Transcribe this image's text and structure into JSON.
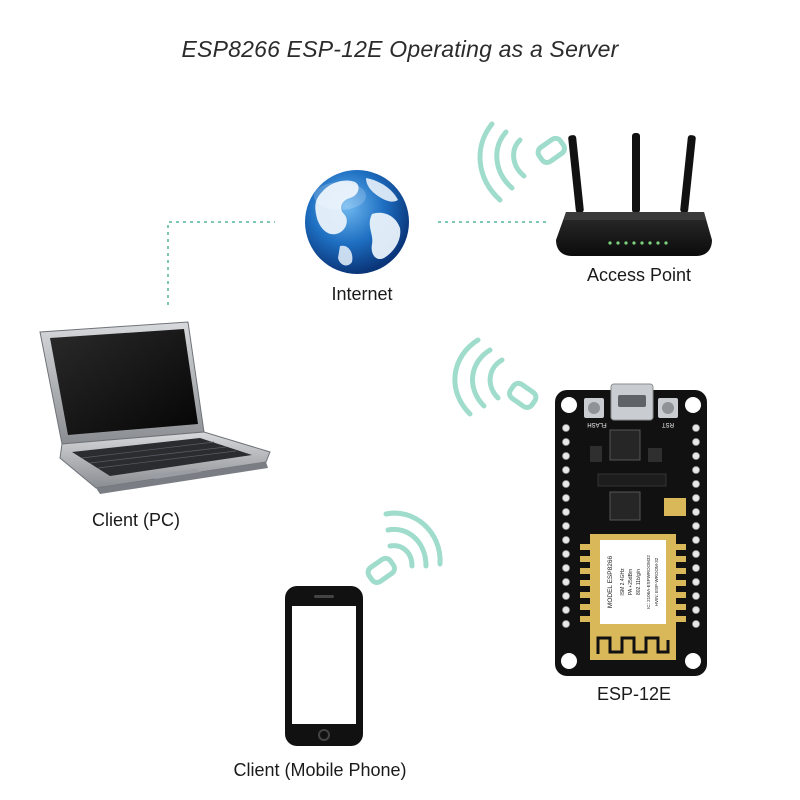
{
  "title": "ESP8266 ESP-12E Operating as a Server",
  "nodes": {
    "internet": "Internet",
    "access_point": "Access Point",
    "client_pc": "Client (PC)",
    "esp": "ESP-12E",
    "client_phone": "Client (Mobile Phone)"
  },
  "board": {
    "model": "MODEL ESP8266",
    "specs": [
      "ISM 2.4GHz",
      "PA +25dBm",
      "802.11b/g/n"
    ],
    "fcc": "IC: 2106A-ESPWROOM32",
    "hw": "HVIN: ESP-WROOM-32",
    "button_flash": "FLASH",
    "button_rst": "RST"
  },
  "colors": {
    "connector": "#7fc8b5",
    "signal": "#9fdccb",
    "board": "#111111",
    "gold": "#d9b85a"
  }
}
